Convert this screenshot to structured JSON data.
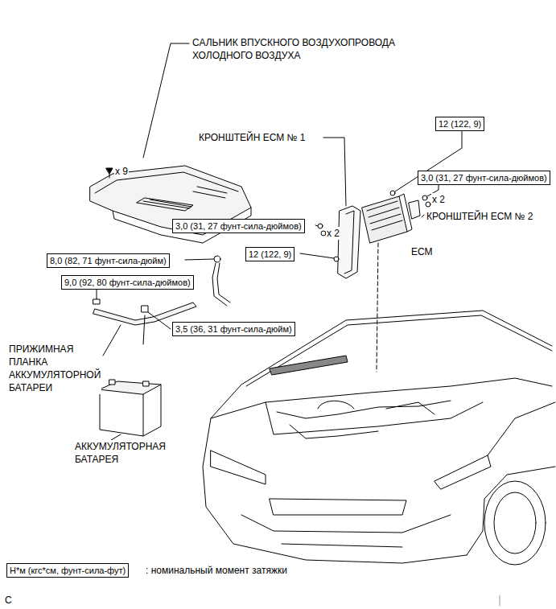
{
  "diagram": {
    "nodes": [
      {
        "text": [
          "12 (122, 9)"
        ]
      },
      {
        "text": [
          "3,0 (31, 27 фунт-сила-дюймов)"
        ]
      },
      {
        "text": [
          "3,0 (31, 27 фунт-сила-дюймов)"
        ]
      },
      {
        "text": [
          "12 (122, 9)"
        ]
      },
      {
        "text": [
          "8,0 (82, 71 фунт-сила-дюйм)"
        ]
      },
      {
        "text": [
          "9,0 (92, 80 фунт-сила-дюймов)"
        ]
      },
      {
        "text": [
          "3,5 (36, 31 фунт-сила-дюйм)"
        ]
      },
      {
        "text": [
          "Н*м (кгс*см, фунт-сила-фут)"
        ]
      }
    ],
    "labels": [
      "САЛЬНИК ВПУСКНОГО ВОЗДУХОПРОВОДА ХОЛОДНОГО ВОЗДУХА",
      "x 9",
      "КРОНШТЕЙН ЕСМ № 1",
      "x 2",
      "КРОНШТЕЙН ЕСМ № 2",
      "x 2",
      "ЕСМ",
      "ПРИЖИМНАЯ ПЛАНКА АККУМУЛЯТОРНОЙ БАТАРЕИ",
      "АККУМУЛЯТОРНАЯ БАТАРЕЯ",
      ": номинальный момент затяжки",
      "C"
    ]
  }
}
